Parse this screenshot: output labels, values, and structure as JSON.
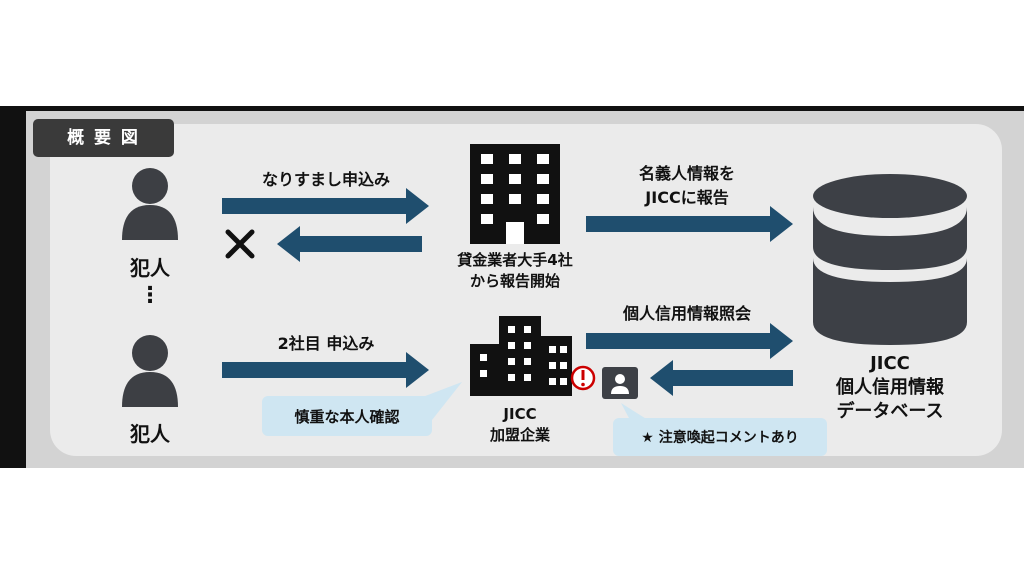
{
  "badge": {
    "label": "概 要 図"
  },
  "actors": {
    "top_label": "犯人",
    "ellipsis": "⋮",
    "bottom_label": "犯人"
  },
  "arrows": {
    "impersonation": "なりすまし申込み",
    "second_company": "2社目 申込み",
    "report_line1": "名義人情報を",
    "report_line2": "JICCに報告",
    "inquiry": "個人信用情報照会"
  },
  "lender": {
    "line1": "貸金業者大手4社",
    "line2": "から報告開始"
  },
  "member": {
    "line1": "JICC",
    "line2": "加盟企業"
  },
  "database": {
    "line1": "JICC",
    "line2": "個人信用情報",
    "line3": "データベース"
  },
  "callouts": {
    "identity_check": "慎重な本人確認",
    "warning_comment": "★ 注意喚起コメントあり"
  },
  "reject_mark": "✕",
  "colors": {
    "arrow": "#1f4e6e",
    "dark": "#2e3135",
    "callout": "#cfe6f2",
    "panel": "#ebebeb",
    "alert": "#cc0000"
  }
}
